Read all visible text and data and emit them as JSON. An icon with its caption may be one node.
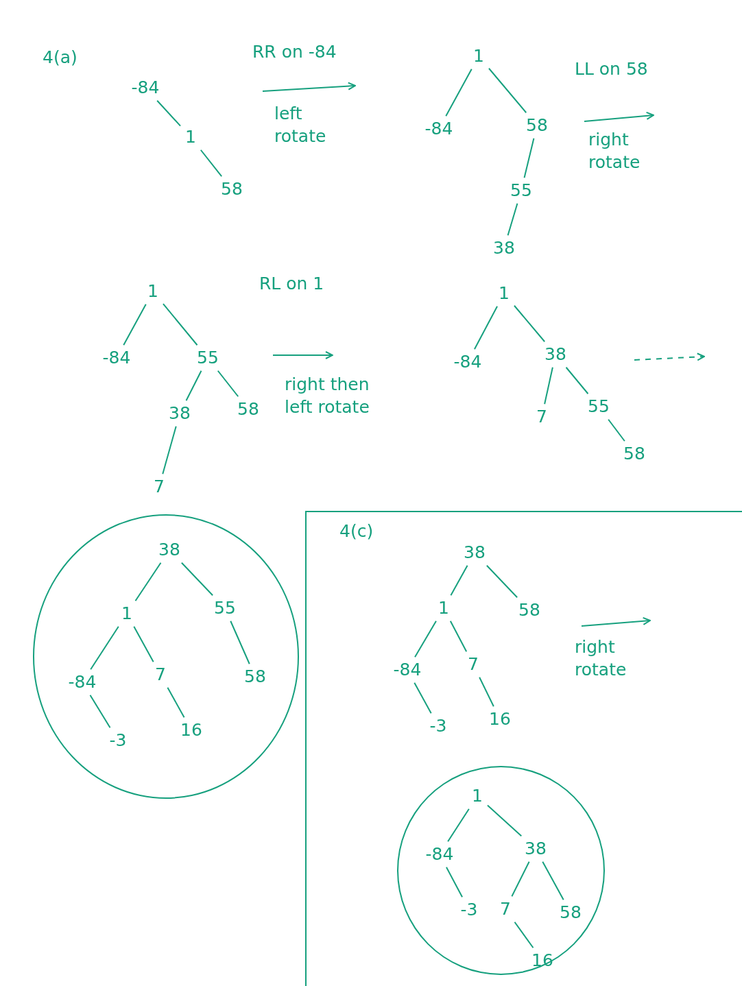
{
  "diagram": {
    "nodes": [
      {
        "text": [
          "-84"
        ]
      },
      {
        "text": [
          "1"
        ]
      },
      {
        "text": [
          "58"
        ]
      },
      {
        "text": [
          "1"
        ]
      },
      {
        "text": [
          "-84"
        ]
      },
      {
        "text": [
          "58"
        ]
      },
      {
        "text": [
          "55"
        ]
      },
      {
        "text": [
          "38"
        ]
      },
      {
        "text": [
          "1"
        ]
      },
      {
        "text": [
          "-84"
        ]
      },
      {
        "text": [
          "55"
        ]
      },
      {
        "text": [
          "38"
        ]
      },
      {
        "text": [
          "58"
        ]
      },
      {
        "text": [
          "7"
        ]
      },
      {
        "text": [
          "1"
        ]
      },
      {
        "text": [
          "-84"
        ]
      },
      {
        "text": [
          "38"
        ]
      },
      {
        "text": [
          "7"
        ]
      },
      {
        "text": [
          "55"
        ]
      },
      {
        "text": [
          "58"
        ]
      },
      {
        "text": [],
        "shape": "circle"
      },
      {
        "text": [
          "38"
        ],
        "in": 20
      },
      {
        "text": [
          "1"
        ],
        "in": 20
      },
      {
        "text": [
          "55"
        ],
        "in": 20
      },
      {
        "text": [
          "-84"
        ],
        "in": 20
      },
      {
        "text": [
          "7"
        ],
        "in": 20
      },
      {
        "text": [
          "58"
        ],
        "in": 20
      },
      {
        "text": [
          "-3"
        ],
        "in": 20
      },
      {
        "text": [
          "16"
        ],
        "in": 20
      },
      {
        "text": [
          "4(c)"
        ]
      },
      {
        "text": [
          "38"
        ],
        "in": 29
      },
      {
        "text": [
          "1"
        ],
        "in": 29
      },
      {
        "text": [
          "58"
        ],
        "in": 29
      },
      {
        "text": [
          "-84"
        ],
        "in": 29
      },
      {
        "text": [
          "7"
        ],
        "in": 29
      },
      {
        "text": [
          "-3"
        ],
        "in": 29
      },
      {
        "text": [
          "16"
        ],
        "in": 29
      },
      {
        "text": [],
        "shape": "circle",
        "in": 29
      },
      {
        "text": [
          "1"
        ],
        "in": 37
      },
      {
        "text": [
          "-84"
        ],
        "in": 37
      },
      {
        "text": [
          "38"
        ],
        "in": 37
      },
      {
        "text": [
          "-3"
        ],
        "in": 37
      },
      {
        "text": [
          "7"
        ],
        "in": 37
      },
      {
        "text": [
          "58"
        ],
        "in": 37
      },
      {
        "text": [
          "16"
        ],
        "in": 37
      }
    ],
    "edges": [
      {
        "from": 0,
        "to": 1,
        "arrow": "none"
      },
      {
        "from": 1,
        "to": 2,
        "arrow": "none"
      },
      {
        "from": 3,
        "to": 4,
        "arrow": "none"
      },
      {
        "from": 3,
        "to": 5,
        "arrow": "none"
      },
      {
        "from": 5,
        "to": 6,
        "arrow": "none"
      },
      {
        "from": 6,
        "to": 7,
        "arrow": "none"
      },
      {
        "from": 8,
        "to": 9,
        "arrow": "none"
      },
      {
        "from": 8,
        "to": 10,
        "arrow": "none"
      },
      {
        "from": 10,
        "to": 11,
        "arrow": "none"
      },
      {
        "from": 10,
        "to": 12,
        "arrow": "none"
      },
      {
        "from": 11,
        "to": 13,
        "arrow": "none"
      },
      {
        "from": 14,
        "to": 15,
        "arrow": "none"
      },
      {
        "from": 14,
        "to": 16,
        "arrow": "none"
      },
      {
        "from": 16,
        "to": 17,
        "arrow": "none"
      },
      {
        "from": 16,
        "to": 18,
        "arrow": "none"
      },
      {
        "from": 18,
        "to": 19,
        "arrow": "none"
      },
      {
        "from": 21,
        "to": 22,
        "arrow": "none"
      },
      {
        "from": 21,
        "to": 23,
        "arrow": "none"
      },
      {
        "from": 22,
        "to": 24,
        "arrow": "none"
      },
      {
        "from": 22,
        "to": 25,
        "arrow": "none"
      },
      {
        "from": 23,
        "to": 26,
        "arrow": "none"
      },
      {
        "from": 24,
        "to": 27,
        "arrow": "none"
      },
      {
        "from": 25,
        "to": 28,
        "arrow": "none"
      },
      {
        "from": 30,
        "to": 31,
        "arrow": "none"
      },
      {
        "from": 30,
        "to": 32,
        "arrow": "none"
      },
      {
        "from": 31,
        "to": 33,
        "arrow": "none"
      },
      {
        "from": 31,
        "to": 34,
        "arrow": "none"
      },
      {
        "from": 33,
        "to": 35,
        "arrow": "none"
      },
      {
        "from": 34,
        "to": 36,
        "arrow": "none"
      },
      {
        "from": 38,
        "to": 39,
        "arrow": "none"
      },
      {
        "from": 38,
        "to": 40,
        "arrow": "none"
      },
      {
        "from": 39,
        "to": 41,
        "arrow": "none"
      },
      {
        "from": 40,
        "to": 42,
        "arrow": "none"
      },
      {
        "from": 40,
        "to": 43,
        "arrow": "none"
      },
      {
        "from": 42,
        "to": 44,
        "arrow": "none"
      }
    ],
    "labels": [
      "4(a)",
      "RR on -84",
      "left rotate",
      "LL on 58",
      "right rotate",
      "RL on 1",
      "right then left rotate",
      "right rotate"
    ]
  }
}
